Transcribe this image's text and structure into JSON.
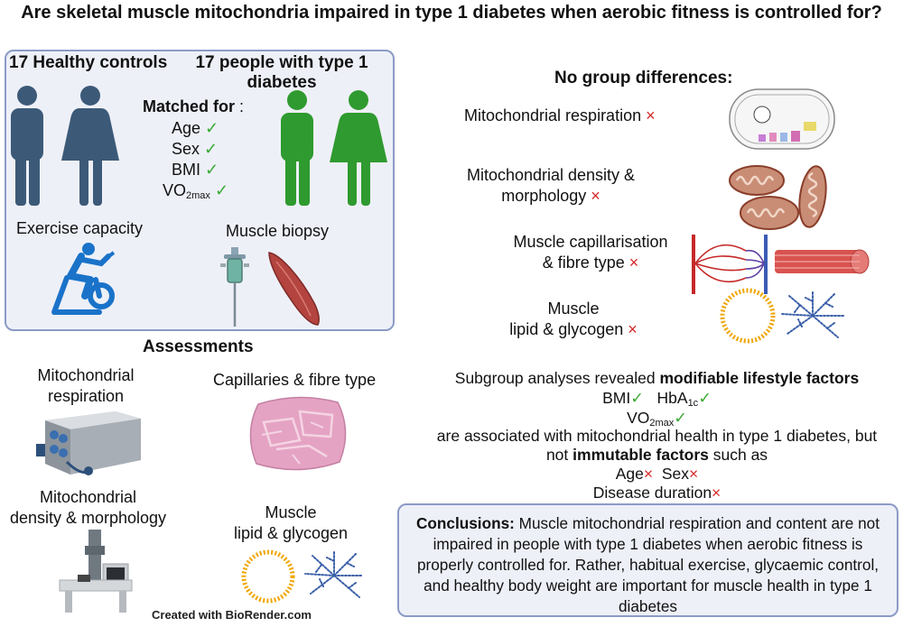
{
  "title": "Are skeletal muscle mitochondria impaired in type 1 diabetes when aerobic fitness is controlled for?",
  "study": {
    "controls_label": "17 Healthy controls",
    "t1d_label": "17 people with type 1 diabetes",
    "matched_for": "Matched for",
    "matched_colon": ":",
    "matched_items": [
      "Age",
      "Sex",
      "BMI"
    ],
    "vo2_base": "VO",
    "vo2_sub": "2max",
    "check": "✓",
    "cross": "×",
    "exercise_capacity": "Exercise capacity",
    "muscle_biopsy": "Muscle biopsy"
  },
  "assessments": {
    "title": "Assessments",
    "mito_resp_1": "Mitochondrial",
    "mito_resp_2": "respiration",
    "capillaries": "Capillaries & fibre type",
    "mito_density_1": "Mitochondrial",
    "mito_density_2": "density & morphology",
    "lipid_1": "Muscle",
    "lipid_2": "lipid & glycogen"
  },
  "results": {
    "title": "No group differences:",
    "mito_resp": "Mitochondrial respiration",
    "density_1": "Mitochondrial density &",
    "density_2": "morphology",
    "cap_1": "Muscle capillarisation",
    "cap_2": "& fibre type",
    "lipid_1": "Muscle",
    "lipid_2": "lipid & glycogen"
  },
  "subgroup": {
    "line1_pre": "Subgroup analyses revealed ",
    "line1_bold": "modifiable lifestyle factors",
    "bmi": "BMI",
    "hba_base": "HbA",
    "hba_sub": "1c",
    "vo2_base": "VO",
    "vo2_sub": "2max",
    "line3": "are associated with mitochondrial health in type 1 diabetes, but",
    "line4_pre": "not ",
    "line4_bold": "immutable factors",
    "line4_post": " such as",
    "age": "Age",
    "sex": "Sex",
    "duration": "Disease duration"
  },
  "conclusions": {
    "label": "Conclusions:",
    "text": " Muscle mitochondrial respiration and content are not impaired in people with type 1 diabetes when aerobic fitness is properly controlled for. Rather, habitual exercise, glycaemic control, and healthy body weight are important for muscle health in type 1 diabetes"
  },
  "footer": "Created with BioRender.com",
  "colors": {
    "panel_bg": "#eef0f8",
    "panel_border": "#8b9bc6",
    "control_person": "#3c5a78",
    "t1d_person": "#2f9a2f",
    "check": "#3aa935",
    "cross": "#d62828"
  }
}
